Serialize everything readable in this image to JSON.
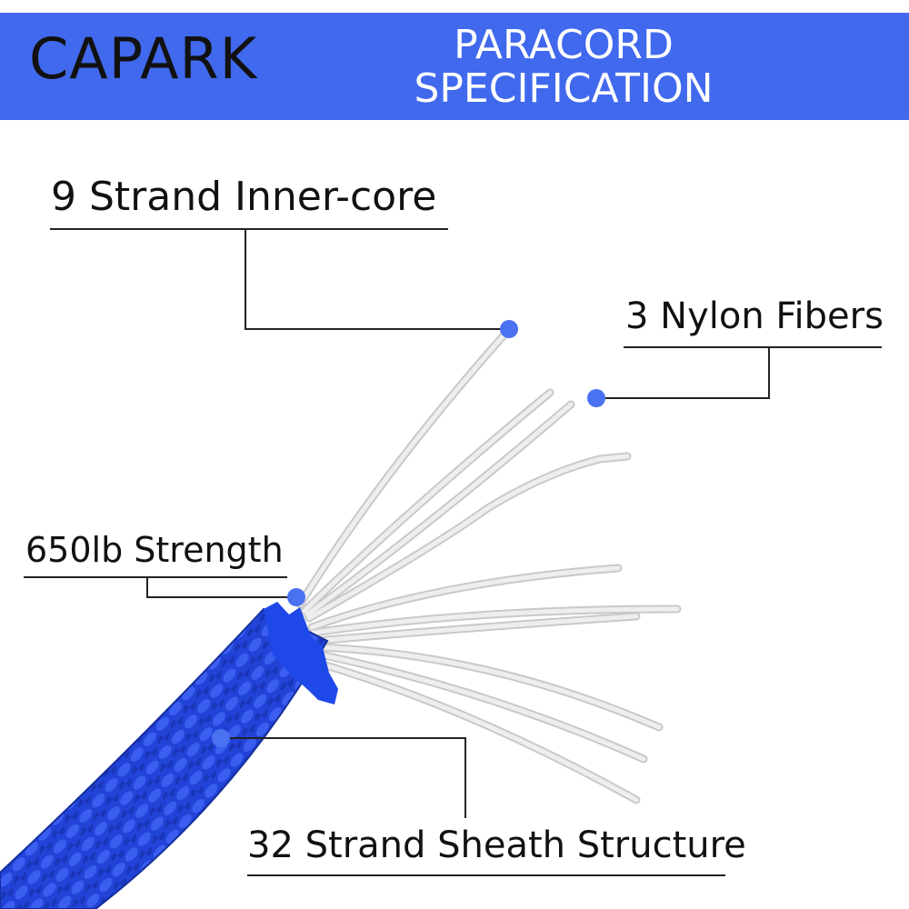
{
  "header": {
    "brand": "CAPARK",
    "title_line1": "PARACORD",
    "title_line2": "SPECIFICATION",
    "background_color": "#4169ee"
  },
  "callouts": {
    "inner_core": "9 Strand Inner-core",
    "nylon_fibers": "3 Nylon Fibers",
    "strength": "650lb Strength",
    "sheath": "32 Strand Sheath Structure"
  },
  "colors": {
    "marker_dot": "#4a72f0",
    "cord_blue": "#1f3ed6",
    "fiber": "#dcdcdc",
    "leader_line": "#222222"
  }
}
